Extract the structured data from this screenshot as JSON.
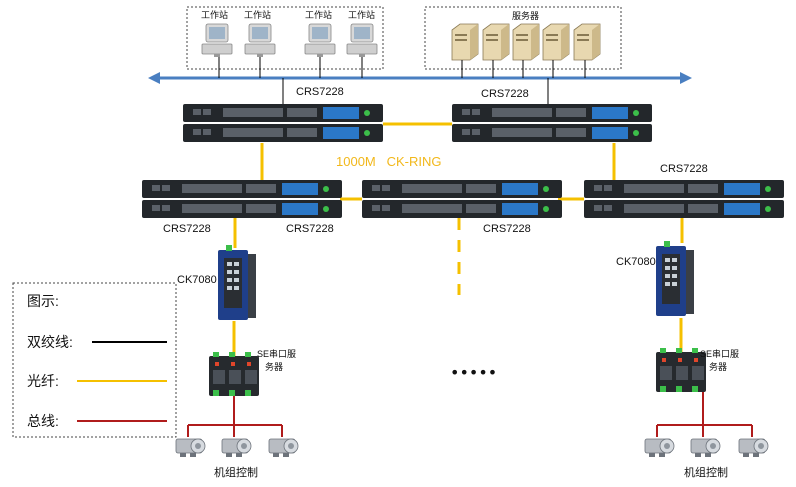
{
  "workstations": {
    "labels": [
      "工作站",
      "工作站",
      "工作站",
      "工作站"
    ]
  },
  "servers": {
    "label": "服务器"
  },
  "switches": {
    "top_left": "CRS7228",
    "top_right": "CRS7228",
    "mid_left_a": "CRS7228",
    "mid_left_b": "CRS7228",
    "mid_center": "CRS7228",
    "mid_right": "CRS7228"
  },
  "ring_label": "1000M   CK-RING",
  "ck_left": "CK7080",
  "ck_right": "CK7080",
  "serial_left": [
    "SE串口服",
    "务器"
  ],
  "serial_right": [
    "SE串口服",
    "务器"
  ],
  "ellipsis": "•••••",
  "unit_label_left": "机组控制",
  "unit_label_right": "机组控制",
  "legend": {
    "title": "图示:",
    "twisted_pair": "双绞线:",
    "fiber": "光纤:",
    "bus": "总线:",
    "colors": {
      "twisted_pair": "#000000",
      "fiber": "#f5c000",
      "bus": "#b01c1c"
    }
  },
  "colors": {
    "backbone": "#4a7fc1",
    "fiber": "#f5c000",
    "bus": "#b01c1c",
    "switch_body": "#1e2226",
    "switch_accent": "#2b78c8"
  }
}
